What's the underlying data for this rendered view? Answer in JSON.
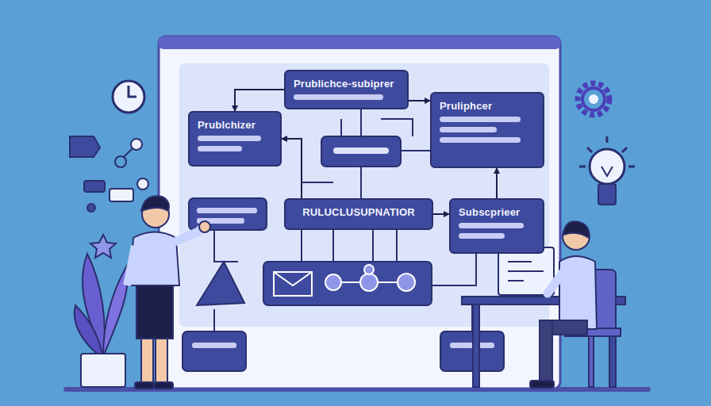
{
  "diagram": {
    "nodes": [
      {
        "text": [
          "Prublichce-subiprer"
        ]
      },
      {
        "text": [
          "Prublchizer"
        ]
      },
      {
        "text": [
          "Pruliphcer"
        ]
      },
      {
        "text": [
          "RULUCLUSUPNATIOR"
        ]
      },
      {
        "text": [
          "Subscprieer"
        ]
      }
    ],
    "edges": [
      {
        "from": 0,
        "to": 1,
        "arrow": "to"
      },
      {
        "from": 0,
        "to": 2,
        "arrow": "to"
      },
      {
        "from": 3,
        "to": 1,
        "arrow": "to"
      },
      {
        "from": 4,
        "to": 2,
        "arrow": "to"
      },
      {
        "from": 3,
        "to": 4,
        "arrow": "to"
      }
    ]
  }
}
